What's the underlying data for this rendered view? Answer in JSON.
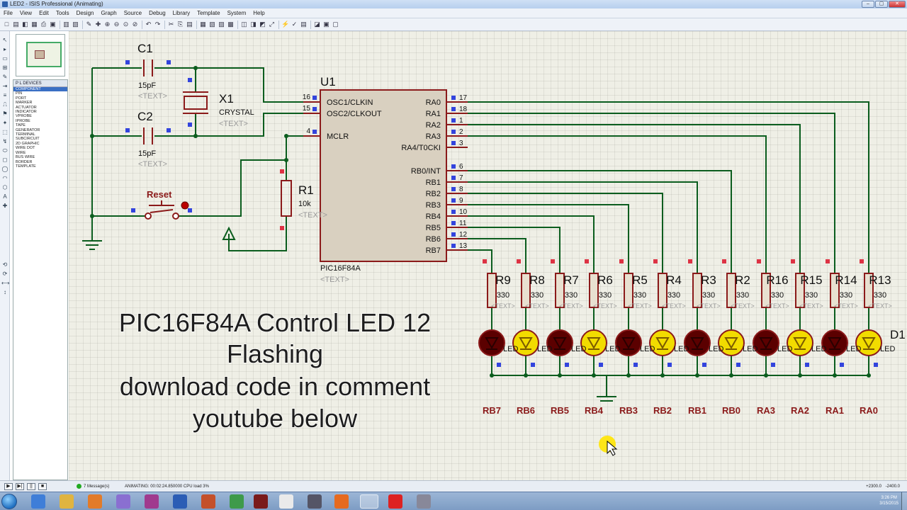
{
  "window": {
    "title": "LED2 - ISIS Professional (Animating)"
  },
  "menu": [
    "File",
    "View",
    "Edit",
    "Tools",
    "Design",
    "Graph",
    "Source",
    "Debug",
    "Library",
    "Template",
    "System",
    "Help"
  ],
  "device_panel": {
    "header": "P  L  DEVICES",
    "items": [
      "COMPONENT",
      "PIN",
      "PORT",
      "MARKER",
      "ACTUATOR",
      "INDICATOR",
      "VPROBE",
      "IPROBE",
      "TAPE",
      "GENERATOR",
      "TERMINAL",
      "SUBCIRCUIT",
      "2D GRAPHIC",
      "WIRE DOT",
      "WIRE",
      "BUS WIRE",
      "BORDER",
      "TEMPLATE"
    ],
    "selected_index": 0
  },
  "schematic": {
    "overlay_text": [
      "PIC16F84A Control LED 12",
      "Flashing",
      "download code in comment",
      "youtube below"
    ],
    "text_placeholder": "<TEXT>",
    "c1": {
      "ref": "C1",
      "value": "15pF"
    },
    "c2": {
      "ref": "C2",
      "value": "15pF"
    },
    "x1": {
      "ref": "X1",
      "value": "CRYSTAL"
    },
    "r1": {
      "ref": "R1",
      "value": "10k"
    },
    "reset": {
      "label": "Reset"
    },
    "u1": {
      "ref": "U1",
      "part": "PIC16F84A",
      "left_pins": [
        {
          "num": "16",
          "name": "OSC1/CLKIN"
        },
        {
          "num": "15",
          "name": "OSC2/CLKOUT"
        },
        {
          "num": "4",
          "name": "MCLR"
        }
      ],
      "right_pins": [
        {
          "num": "17",
          "name": "RA0"
        },
        {
          "num": "18",
          "name": "RA1"
        },
        {
          "num": "1",
          "name": "RA2"
        },
        {
          "num": "2",
          "name": "RA3"
        },
        {
          "num": "3",
          "name": "RA4/T0CKI"
        },
        {
          "num": "6",
          "name": "RB0/INT"
        },
        {
          "num": "7",
          "name": "RB1"
        },
        {
          "num": "8",
          "name": "RB2"
        },
        {
          "num": "9",
          "name": "RB3"
        },
        {
          "num": "10",
          "name": "RB4"
        },
        {
          "num": "11",
          "name": "RB5"
        },
        {
          "num": "12",
          "name": "RB6"
        },
        {
          "num": "13",
          "name": "RB7"
        }
      ]
    },
    "resistor_value": "330",
    "led_label_fragment": "LED",
    "d1_ref": "D1",
    "led_columns": [
      {
        "res": "R9",
        "port": "RB7",
        "lit": false,
        "pin": "13"
      },
      {
        "res": "R8",
        "port": "RB6",
        "lit": true,
        "pin": "12"
      },
      {
        "res": "R7",
        "port": "RB5",
        "lit": false,
        "pin": "11"
      },
      {
        "res": "R6",
        "port": "RB4",
        "lit": true,
        "pin": "10"
      },
      {
        "res": "R5",
        "port": "RB3",
        "lit": false,
        "pin": "9"
      },
      {
        "res": "R4",
        "port": "RB2",
        "lit": true,
        "pin": "8"
      },
      {
        "res": "R3",
        "port": "RB1",
        "lit": false,
        "pin": "7"
      },
      {
        "res": "R2",
        "port": "RB0",
        "lit": true,
        "pin": "6"
      },
      {
        "res": "R16",
        "port": "RA3",
        "lit": false,
        "pin": "2"
      },
      {
        "res": "R15",
        "port": "RA2",
        "lit": true,
        "pin": "1"
      },
      {
        "res": "R14",
        "port": "RA1",
        "lit": false,
        "pin": "18"
      },
      {
        "res": "R13",
        "port": "RA0",
        "lit": true,
        "pin": "17"
      }
    ],
    "colors": {
      "wire": "#0b5d1e",
      "component": "#8b1a1a",
      "text": "#111111",
      "placeholder": "#9a9a9a",
      "pin_blue": "#3344dd",
      "pin_red": "#dd3344",
      "led_on": "#f2dc00",
      "led_off": "#5b0000"
    }
  },
  "statusbar": {
    "messages": "7 Message(s)",
    "animating": "ANIMATING: 00:02:24.850000 CPU load 3%",
    "coords_x": "+2300.0",
    "coords_y": "-2400.0"
  },
  "taskbar": {
    "time": "3:26 PM",
    "date": "3/15/2015"
  }
}
